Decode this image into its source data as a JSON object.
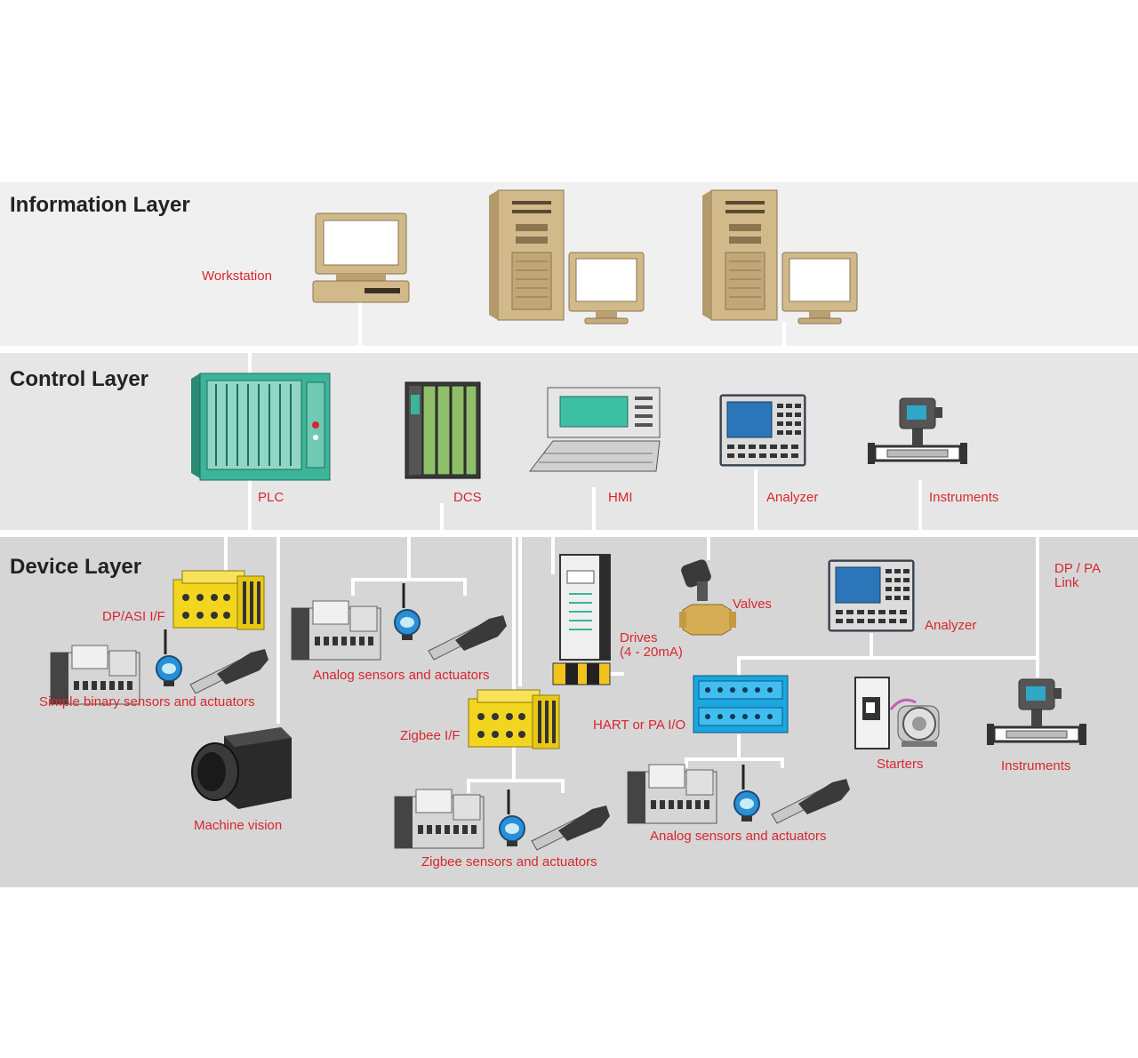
{
  "colors": {
    "label": "#d9262f",
    "band_info": "#f0f0f0",
    "band_control": "#e6e6e6",
    "band_device": "#d6d6d6",
    "beige": "#d2b98a",
    "plc_green": "#3cb49a",
    "io_yellow": "#f2d51e",
    "io_blue": "#1aa6e0"
  },
  "layers": {
    "information": {
      "title": "Information Layer",
      "workstation": "Workstation"
    },
    "control": {
      "title": "Control Layer",
      "plc": "PLC",
      "dcs": "DCS",
      "hmi": "HMI",
      "analyzer": "Analyzer",
      "instruments": "Instruments"
    },
    "device": {
      "title": "Device Layer",
      "dp_asi": "DP/ASI I/F",
      "simple_binary": "Simple binary sensors and actuators",
      "analog_sensors_top": "Analog sensors and actuators",
      "drives_line1": "Drives",
      "drives_line2": "(4 - 20mA)",
      "valves": "Valves",
      "analyzer": "Analyzer",
      "dp_pa_line1": "DP / PA",
      "dp_pa_line2": "Link",
      "zigbee_if": "Zigbee I/F",
      "hart": "HART or PA I/O",
      "starters": "Starters",
      "instruments": "Instruments",
      "machine_vision": "Machine vision",
      "zigbee_sensors": "Zigbee sensors and actuators",
      "analog_sensors_bottom": "Analog sensors and actuators"
    }
  },
  "icons": [
    "workstation-icon",
    "tower-pc-icon",
    "monitor-icon",
    "plc-rack-icon",
    "dcs-icon",
    "hmi-terminal-icon",
    "analyzer-panel-icon",
    "flow-instrument-icon",
    "io-module-icon",
    "wireless-sensor-icon",
    "actuator-icon",
    "drive-icon",
    "valve-icon",
    "starter-icon",
    "motor-icon",
    "camera-icon"
  ]
}
